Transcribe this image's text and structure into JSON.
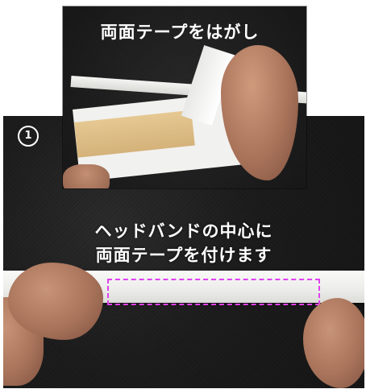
{
  "inset": {
    "title": "両面テープをはがし"
  },
  "main": {
    "step_number": "1",
    "instruction_line1": "ヘッドバンドの中心に",
    "instruction_line2": "両面テープを付けます"
  },
  "colors": {
    "marker_dashed": "#e040f0",
    "text": "#ffffff",
    "background": "#1a1a1a"
  }
}
